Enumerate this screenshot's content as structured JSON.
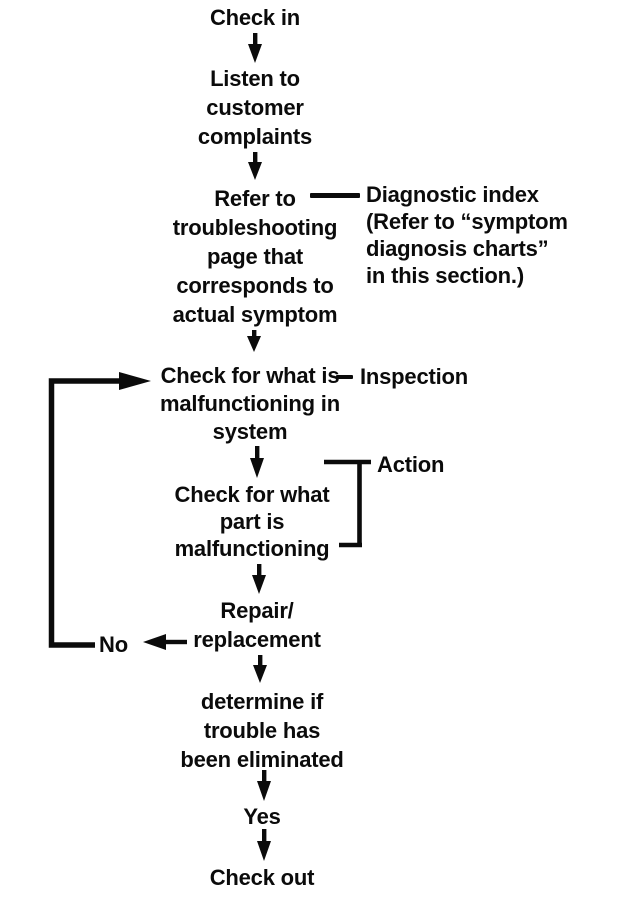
{
  "colors": {
    "background": "#ffffff",
    "ink": "#0b0b0b"
  },
  "flowchart": {
    "nodes": {
      "check_in": "Check in",
      "listen": "Listen to\ncustomer\ncomplaints",
      "refer": "Refer to\ntroubleshooting\npage that\ncorresponds to\nactual symptom",
      "check_system": "Check for what is\nmalfunctioning in\nsystem",
      "check_part": "Check for what\npart is\nmalfunctioning",
      "repair": "Repair/\nreplacement",
      "determine": "determine if\ntrouble has\nbeen eliminated",
      "yes": "Yes",
      "check_out": "Check out"
    },
    "annotations": {
      "diagnostic_index": "Diagnostic index\n(Refer to “symptom\ndiagnosis charts”\nin this section.)",
      "inspection": "Inspection",
      "action": "Action",
      "no": "No"
    },
    "icons": {
      "arrow_down": {
        "name": "arrow-down-icon",
        "glyph": "▼"
      },
      "arrow_right": {
        "name": "arrow-right-icon",
        "glyph": "►"
      },
      "arrow_left": {
        "name": "arrow-left-icon",
        "glyph": "◄"
      },
      "loop_connector": {
        "name": "no-loop-connector",
        "glyph": "└"
      },
      "action_bracket": {
        "name": "action-bracket",
        "glyph": "]"
      },
      "reference_line": {
        "name": "reference-connector-line",
        "glyph": "—"
      }
    }
  }
}
